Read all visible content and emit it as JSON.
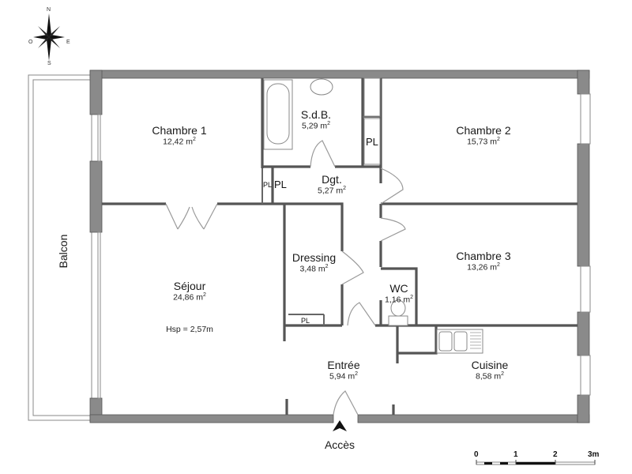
{
  "compass": {
    "north": "N",
    "south": "S",
    "east": "E",
    "west": "O"
  },
  "rooms": {
    "chambre1": {
      "name": "Chambre 1",
      "area": "12,42 m",
      "unit_exp": "2"
    },
    "sdb": {
      "name": "S.d.B.",
      "area": "5,29 m",
      "unit_exp": "2"
    },
    "chambre2": {
      "name": "Chambre 2",
      "area": "15,73 m",
      "unit_exp": "2"
    },
    "dgt": {
      "name": "Dgt.",
      "area": "5,27 m",
      "unit_exp": "2"
    },
    "sejour": {
      "name": "Séjour",
      "area": "24,86 m",
      "unit_exp": "2",
      "height": "Hsp = 2,57m"
    },
    "dressing": {
      "name": "Dressing",
      "area": "3,48 m",
      "unit_exp": "2"
    },
    "chambre3": {
      "name": "Chambre 3",
      "area": "13,26 m",
      "unit_exp": "2"
    },
    "wc": {
      "name": "WC",
      "area": "1,16 m",
      "unit_exp": "2"
    },
    "entree": {
      "name": "Entrée",
      "area": "5,94 m",
      "unit_exp": "2"
    },
    "cuisine": {
      "name": "Cuisine",
      "area": "8,58 m",
      "unit_exp": "2"
    },
    "balcon": {
      "name": "Balcon"
    }
  },
  "closets": {
    "pl_label": "PL"
  },
  "access": {
    "label": "Accès"
  },
  "scale": {
    "ticks": [
      "0",
      "1",
      "2",
      "3m"
    ]
  }
}
